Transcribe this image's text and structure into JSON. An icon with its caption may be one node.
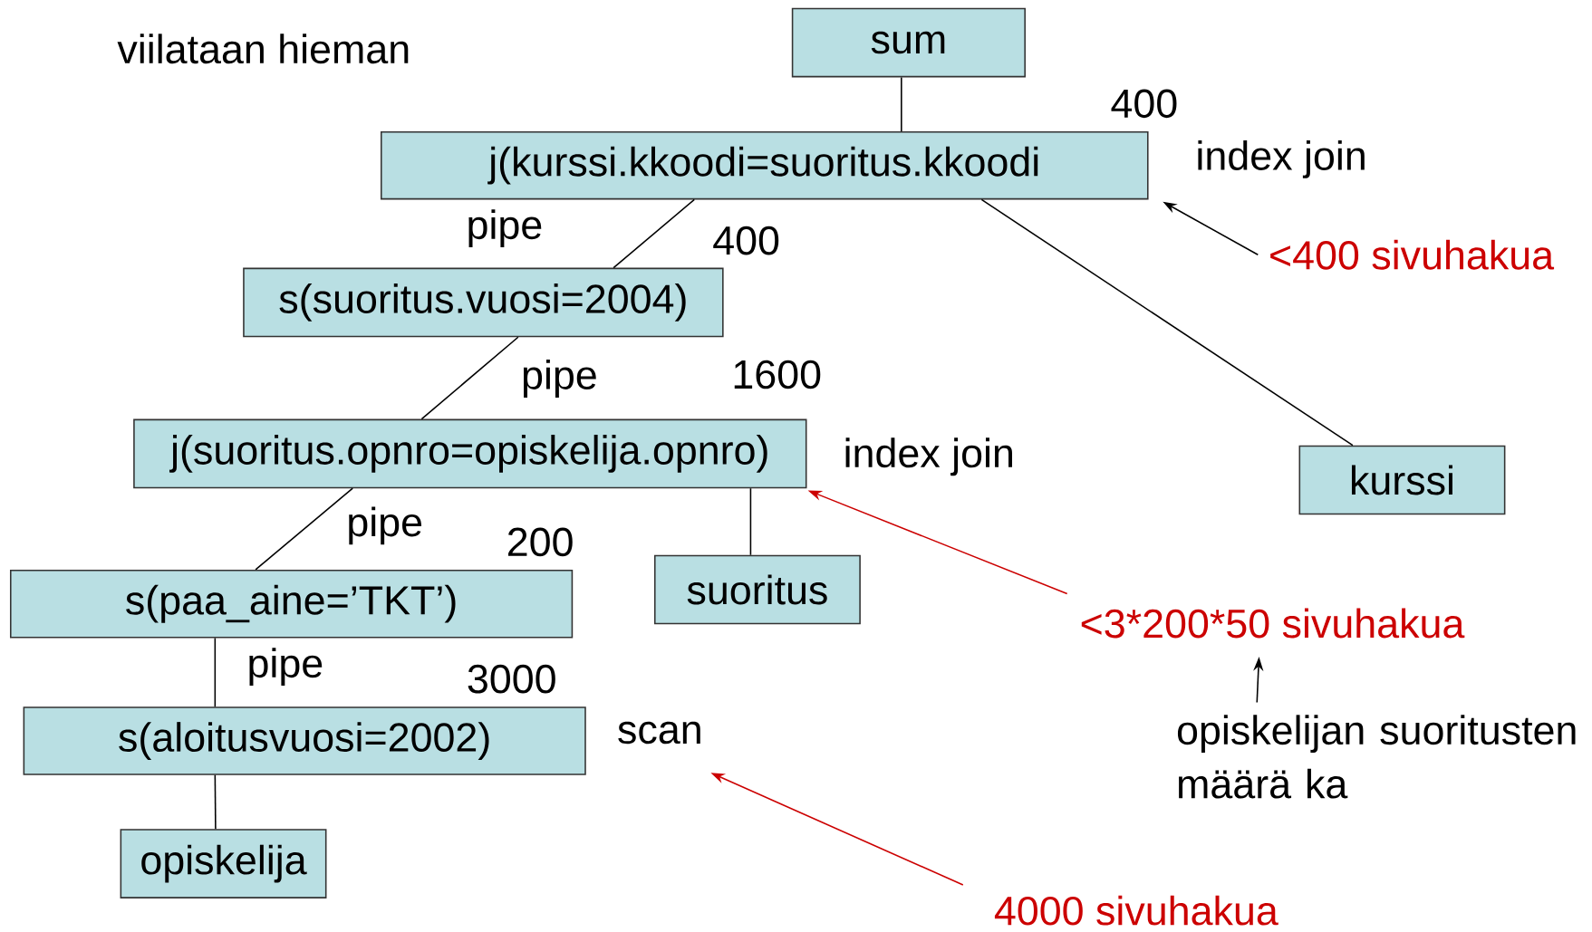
{
  "diagram": {
    "nodes": [
      {
        "text": [
          "sum"
        ]
      },
      {
        "text": [
          "j(kurssi.kkoodi=suoritus.kkoodi"
        ]
      },
      {
        "text": [
          "s(suoritus.vuosi=2004)"
        ]
      },
      {
        "text": [
          "j(suoritus.opnro=opiskelija.opnro)"
        ]
      },
      {
        "text": [
          "kurssi"
        ]
      },
      {
        "text": [
          "s(paa_aine=’TKT’)"
        ]
      },
      {
        "text": [
          "suoritus"
        ]
      },
      {
        "text": [
          "s(aloitusvuosi=2002)"
        ]
      },
      {
        "text": [
          "opiskelija"
        ]
      },
      {
        "text": [
          "<400 sivuhakua"
        ]
      },
      {
        "text": [
          "<3*200*50 sivuhakua"
        ]
      },
      {
        "text": [
          "opiskelijan suoritusten määrä ka"
        ]
      },
      {
        "text": [
          "4000 sivuhakua"
        ]
      },
      {
        "text": [
          "scan"
        ]
      }
    ],
    "edges": [
      {
        "from": 0,
        "to": 1,
        "arrow": "none"
      },
      {
        "from": 1,
        "to": 2,
        "arrow": "none",
        "label": "pipe"
      },
      {
        "from": 1,
        "to": 4,
        "arrow": "none"
      },
      {
        "from": 2,
        "to": 3,
        "arrow": "none",
        "label": "pipe"
      },
      {
        "from": 3,
        "to": 5,
        "arrow": "none",
        "label": "pipe"
      },
      {
        "from": 3,
        "to": 6,
        "arrow": "none"
      },
      {
        "from": 5,
        "to": 7,
        "arrow": "none",
        "label": "pipe"
      },
      {
        "from": 7,
        "to": 8,
        "arrow": "none"
      },
      {
        "from": 9,
        "to": 1,
        "arrow": "to"
      },
      {
        "from": 10,
        "to": 3,
        "arrow": "to",
        "color": "#cc0000"
      },
      {
        "from": 11,
        "to": 10,
        "arrow": "to"
      },
      {
        "from": 12,
        "to": 13,
        "arrow": "to",
        "color": "#cc0000"
      }
    ],
    "labels": [
      "viilataan hieman",
      "400",
      "index join",
      "400",
      "1600",
      "index join",
      "200",
      "3000"
    ]
  }
}
